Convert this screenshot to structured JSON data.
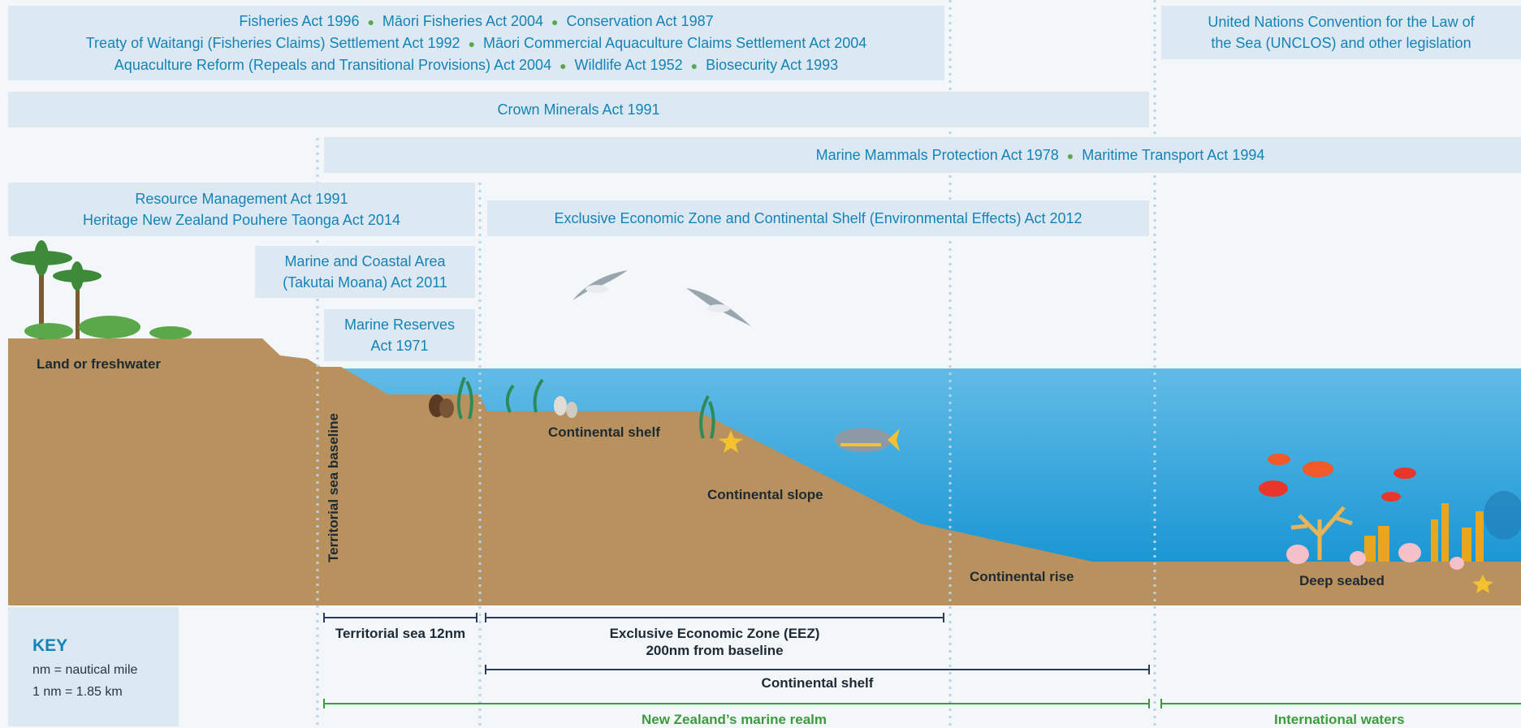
{
  "legislation": {
    "row1": {
      "line1": [
        "Fisheries Act 1996",
        "Māori Fisheries Act 2004",
        "Conservation Act 1987"
      ],
      "line2": [
        "Treaty of Waitangi (Fisheries Claims) Settlement Act 1992",
        "Māori Commercial Aquaculture Claims Settlement Act 2004"
      ],
      "line3": [
        "Aquaculture Reform (Repeals and Transitional Provisions) Act 2004",
        "Wildlife Act 1952",
        "Biosecurity Act 1993"
      ]
    },
    "unclos": {
      "line1": "United Nations Convention for the Law of",
      "line2": "the Sea (UNCLOS) and other legislation"
    },
    "crown_minerals": "Crown Minerals Act 1991",
    "marine_mammals": "Marine Mammals Protection Act 1978",
    "maritime_transport": "Maritime Transport Act 1994",
    "resource_management": {
      "line1": "Resource Management Act 1991",
      "line2": "Heritage New Zealand Pouhere Taonga Act 2014"
    },
    "eez_act": "Exclusive Economic Zone and Continental Shelf (Environmental Effects) Act 2012",
    "marine_coastal": {
      "line1": "Marine and Coastal Area",
      "line2": "(Takutai Moana) Act 2011"
    },
    "marine_reserves": {
      "line1": "Marine Reserves",
      "line2": "Act 1971"
    }
  },
  "zones": {
    "land": "Land or freshwater",
    "baseline": "Territorial sea baseline",
    "continental_shelf": "Continental shelf",
    "continental_slope": "Continental slope",
    "continental_rise": "Continental rise",
    "deep_seabed": "Deep seabed"
  },
  "measurements": {
    "territorial_sea": "Territorial sea 12nm",
    "eez_line1": "Exclusive Economic Zone (EEZ)",
    "eez_line2": "200nm from baseline",
    "continental_shelf": "Continental shelf"
  },
  "realms": {
    "nz": "New Zealand’s marine realm",
    "international": "International waters"
  },
  "key": {
    "title": "KEY",
    "line1": "nm = nautical mile",
    "line2": "1 nm = 1.85 km"
  },
  "colors": {
    "box_bg": "#dce8f2",
    "box_text": "#1483b8",
    "land": "#b8915e",
    "sea_top": "#62bbe6",
    "sea_bottom": "#0a8fd0",
    "realm_green": "#3e9a3e"
  }
}
